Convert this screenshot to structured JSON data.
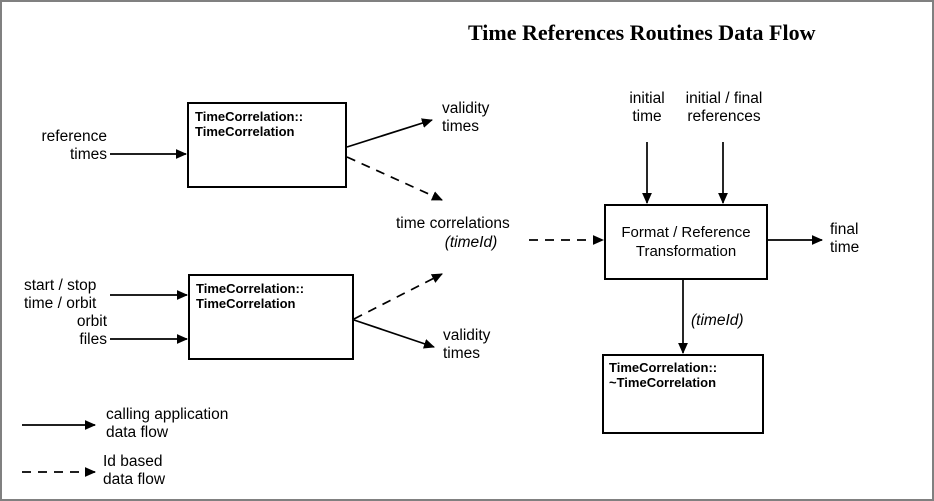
{
  "title": "Time References Routines Data Flow",
  "boxes": {
    "ctor_top": {
      "line1": "TimeCorrelation::",
      "line2": "TimeCorrelation"
    },
    "ctor_bottom": {
      "line1": "TimeCorrelation::",
      "line2": "TimeCorrelation"
    },
    "format": {
      "line1": "Format / Reference",
      "line2": "Transformation"
    },
    "dtor": {
      "line1": "TimeCorrelation::",
      "line2": "~TimeCorrelation"
    }
  },
  "labels": {
    "reference_times": "reference\ntimes",
    "validity_times_top": "validity\ntimes",
    "validity_times_bottom": "validity\ntimes",
    "time_correlations": "time correlations",
    "time_correlations_id": "(timeId)",
    "start_stop": "start / stop\ntime / orbit",
    "orbit_files": "orbit\nfiles",
    "initial_time": "initial\ntime",
    "initial_final_references": "initial / final\nreferences",
    "final_time": "final\ntime",
    "dtor_id": "(timeId)"
  },
  "legend": {
    "solid": "calling application\ndata flow",
    "dashed": "Id based\ndata flow"
  },
  "colors": {
    "frame": "#808080",
    "stroke": "#000000",
    "background": "#ffffff"
  }
}
